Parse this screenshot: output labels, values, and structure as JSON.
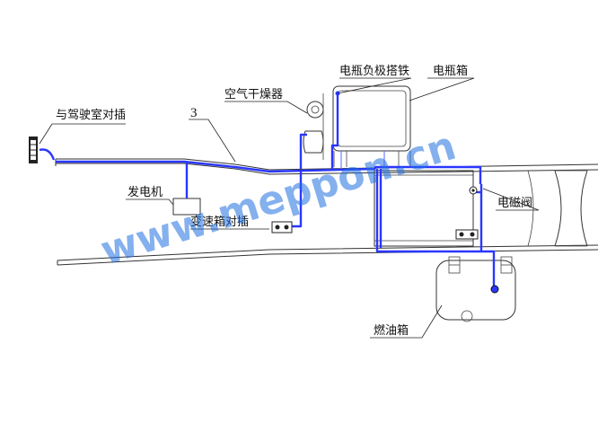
{
  "labels": {
    "cab_connector": "与驾驶室对插",
    "num3": "3",
    "air_dryer": "空气干燥器",
    "battery_neg": "电瓶负极搭铁",
    "battery_box": "电瓶箱",
    "generator": "发电机",
    "gearbox_connector": "变速箱对插",
    "solenoid_valve": "电磁阀",
    "fuel_tank": "燃油箱"
  },
  "watermark": "www.meppon.cn",
  "colors": {
    "harness": "#2a37ff",
    "watermark": "#1f6fe0",
    "frame": "#333333"
  }
}
